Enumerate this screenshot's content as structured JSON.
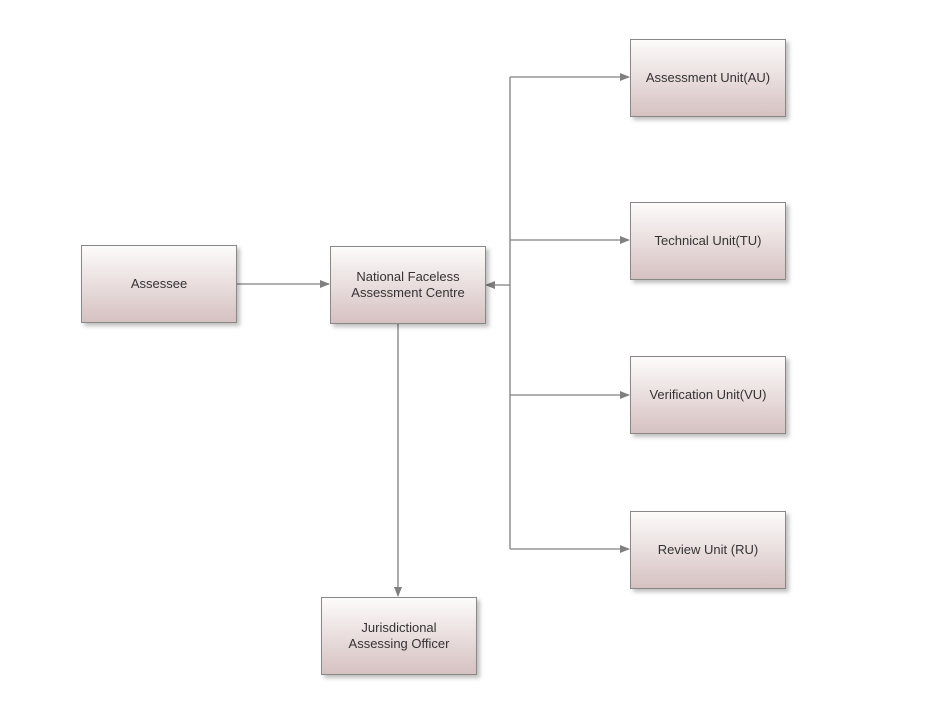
{
  "nodes": {
    "assessee": "Assessee",
    "nfac": "National Faceless\nAssessment Centre",
    "au": "Assessment Unit(AU)",
    "tu": "Technical Unit(TU)",
    "vu": "Verification Unit(VU)",
    "ru": "Review Unit (RU)",
    "jao": "Jurisdictional\nAssessing Officer"
  },
  "colors": {
    "line": "#808080",
    "border": "#888888",
    "fill_top": "#fdfbfb",
    "fill_bottom": "#d6c1c1"
  }
}
